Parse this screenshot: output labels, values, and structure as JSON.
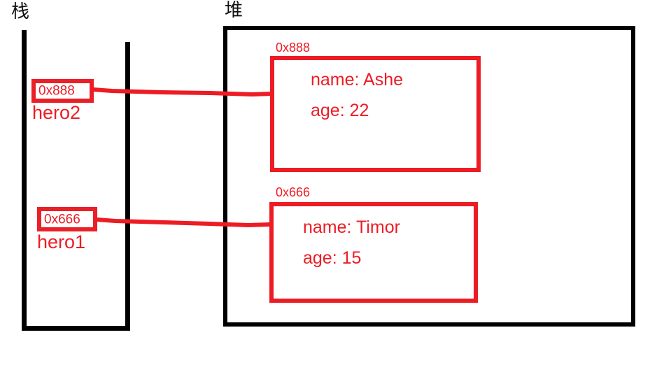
{
  "diagram": {
    "title_stack": "栈",
    "title_heap": "堆",
    "accent_color": "#ed1c24",
    "frame_color": "#000000",
    "background": "#ffffff"
  },
  "stack": {
    "label": "栈",
    "slots": [
      {
        "id": "hero2",
        "address": "0x888",
        "variable": "hero2",
        "points_to": "0x888"
      },
      {
        "id": "hero1",
        "address": "0x666",
        "variable": "hero1",
        "points_to": "0x666"
      }
    ]
  },
  "heap": {
    "label": "堆",
    "objects": [
      {
        "id": "ashe",
        "address_label": "0x888",
        "fields": {
          "name": "name: Ashe",
          "age": "age: 22"
        }
      },
      {
        "id": "timor",
        "address_label": "0x666",
        "fields": {
          "name": "name: Timor",
          "age": "age: 15"
        }
      }
    ]
  },
  "connectors": [
    {
      "id": "hero2-to-ashe",
      "from": "0x888",
      "to": "0x888"
    },
    {
      "id": "hero1-to-timor",
      "from": "0x666",
      "to": "0x666"
    }
  ]
}
